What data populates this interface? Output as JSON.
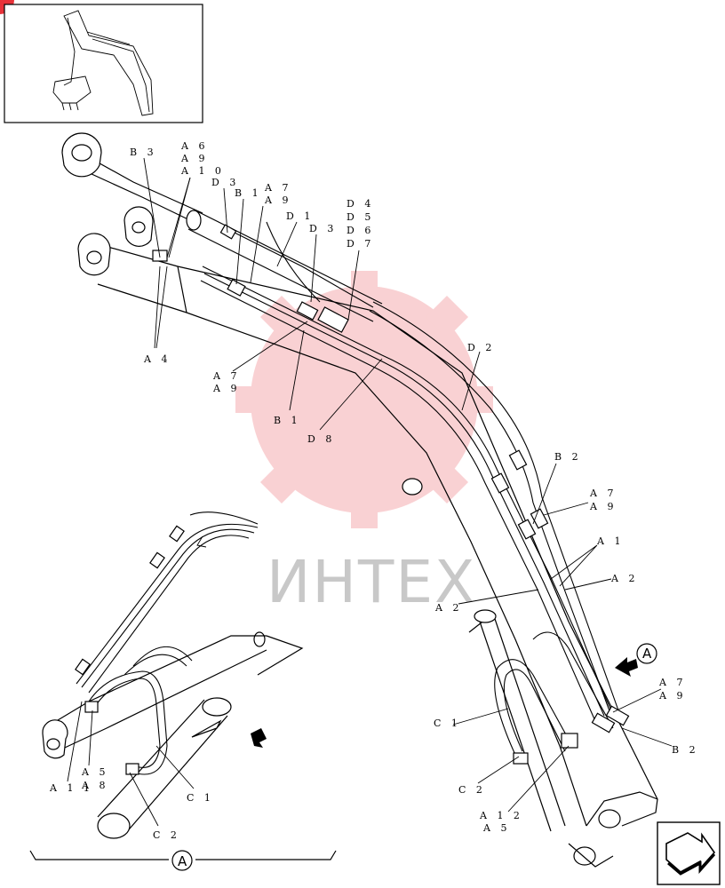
{
  "watermark": {
    "text": "ИНТЕХ",
    "color": "#e8333a"
  },
  "callouts": [
    {
      "id": "b3",
      "text": "B 3"
    },
    {
      "id": "a6",
      "text": "A 6"
    },
    {
      "id": "a9-top",
      "text": "A 9"
    },
    {
      "id": "a10",
      "text": "A 1 0"
    },
    {
      "id": "d3-left",
      "text": "D 3"
    },
    {
      "id": "b1-top",
      "text": "B 1"
    },
    {
      "id": "a7-top",
      "text": "A 7"
    },
    {
      "id": "a9-top2",
      "text": "A 9"
    },
    {
      "id": "d1",
      "text": "D 1"
    },
    {
      "id": "d3-mid",
      "text": "D 3"
    },
    {
      "id": "d4",
      "text": "D 4"
    },
    {
      "id": "d5",
      "text": "D 5"
    },
    {
      "id": "d6",
      "text": "D 6"
    },
    {
      "id": "d7",
      "text": "D 7"
    },
    {
      "id": "a4",
      "text": "A 4"
    },
    {
      "id": "a7-mid",
      "text": "A 7"
    },
    {
      "id": "a9-mid",
      "text": "A 9"
    },
    {
      "id": "b1-mid",
      "text": "B 1"
    },
    {
      "id": "d2",
      "text": "D 2"
    },
    {
      "id": "d8",
      "text": "D 8"
    },
    {
      "id": "b2-top",
      "text": "B 2"
    },
    {
      "id": "a7-r",
      "text": "A 7"
    },
    {
      "id": "a9-r",
      "text": "A 9"
    },
    {
      "id": "a1",
      "text": "A 1"
    },
    {
      "id": "a2-r",
      "text": "A 2"
    },
    {
      "id": "a2-l",
      "text": "A 2"
    },
    {
      "id": "a7-r2",
      "text": "A 7"
    },
    {
      "id": "a9-r2",
      "text": "A 9"
    },
    {
      "id": "c1-r",
      "text": "C 1"
    },
    {
      "id": "b2-r",
      "text": "B 2"
    },
    {
      "id": "c2-r",
      "text": "C 2"
    },
    {
      "id": "a12",
      "text": "A 1 2"
    },
    {
      "id": "a5-r",
      "text": "A 5"
    },
    {
      "id": "a5-l",
      "text": "A 5"
    },
    {
      "id": "a8",
      "text": "A 8"
    },
    {
      "id": "a11",
      "text": "A 1 1"
    },
    {
      "id": "c1-l",
      "text": "C 1"
    },
    {
      "id": "c2-l",
      "text": "C 2"
    }
  ],
  "view_markers": {
    "arrow_view": "A",
    "detail_view": "A"
  }
}
